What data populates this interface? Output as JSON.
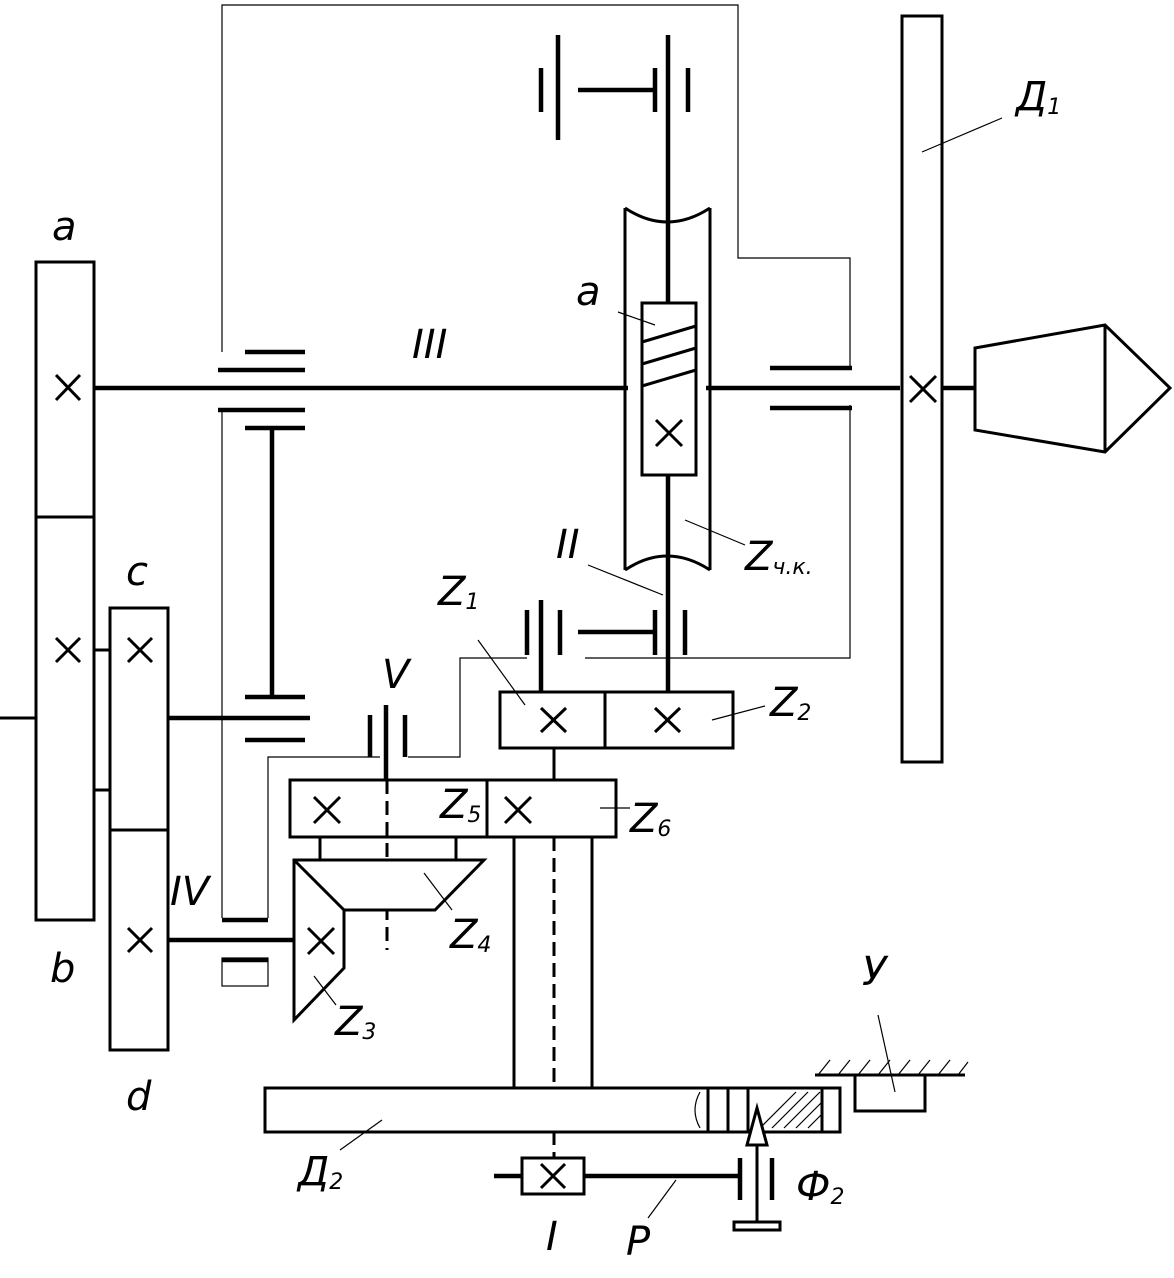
{
  "labels": {
    "a_gear": "a",
    "b_gear": "b",
    "c_gear": "c",
    "d_gear": "d",
    "worm": "a",
    "shaft_I": "I",
    "shaft_II": "II",
    "shaft_III": "III",
    "shaft_IV": "IV",
    "shaft_V": "V",
    "d1_main": "Д",
    "d1_sub": "1",
    "d2_main": "Д",
    "d2_sub": "2",
    "z1_main": "Z",
    "z1_sub": "1",
    "z2_main": "Z",
    "z2_sub": "2",
    "z3_main": "Z",
    "z3_sub": "3",
    "z4_main": "Z",
    "z4_sub": "4",
    "z5_main": "Z",
    "z5_sub": "5",
    "z6_main": "Z",
    "z6_sub": "6",
    "zwk_main": "Z",
    "zwk_sub": "ч.к.",
    "f2_main": "Ф",
    "f2_sub": "2",
    "p_label": "P",
    "u_label": "У"
  }
}
